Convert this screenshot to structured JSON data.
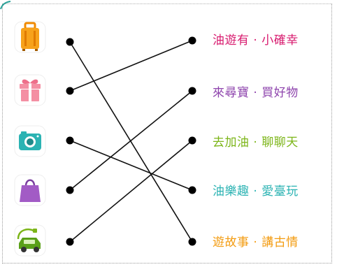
{
  "icons": [
    {
      "name": "luggage-icon"
    },
    {
      "name": "gift-icon"
    },
    {
      "name": "camera-icon"
    },
    {
      "name": "shopping-bag-icon"
    },
    {
      "name": "electric-car-icon"
    }
  ],
  "labels": [
    {
      "text": "油遊有 · 小確幸",
      "color": "#d81b6f"
    },
    {
      "text": "來尋寶 · 買好物",
      "color": "#8e44ad"
    },
    {
      "text": "去加油 · 聊聊天",
      "color": "#7cb518"
    },
    {
      "text": "油樂趣 · 愛臺玩",
      "color": "#2bb3b3"
    },
    {
      "text": "遊故事 · 講古情",
      "color": "#f39c12"
    }
  ],
  "connections": [
    {
      "from": 0,
      "to": 4
    },
    {
      "from": 1,
      "to": 0
    },
    {
      "from": 2,
      "to": 3
    },
    {
      "from": 3,
      "to": 1
    },
    {
      "from": 4,
      "to": 2
    }
  ]
}
